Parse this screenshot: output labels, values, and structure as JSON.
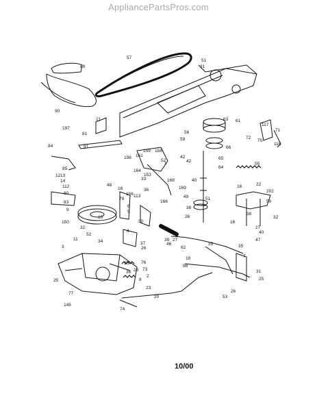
{
  "watermark": "AppliancePartsPros.com",
  "date_code": "10/00",
  "part_labels": [
    "57",
    "89",
    "51",
    "31",
    "90",
    "63",
    "21",
    "61",
    "72",
    "71",
    "197",
    "81",
    "91",
    "198",
    "161",
    "159",
    "158",
    "52",
    "1",
    "42",
    "56",
    "59",
    "117",
    "70",
    "116",
    "66",
    "84",
    "85",
    "12",
    "164",
    "153",
    "33",
    "168",
    "42",
    "65",
    "64",
    "55",
    "13",
    "14",
    "112",
    "80",
    "83",
    "36",
    "169",
    "166",
    "156",
    "18",
    "113",
    "19",
    "22",
    "202",
    "150",
    "16",
    "50",
    "48",
    "10",
    "79",
    "6",
    "5",
    "4",
    "32",
    "30",
    "52",
    "16",
    "49",
    "38",
    "40",
    "38",
    "27",
    "35",
    "26",
    "39",
    "62",
    "35",
    "34",
    "37",
    "95",
    "3",
    "25",
    "77",
    "145",
    "96",
    "26",
    "28",
    "2",
    "23",
    "20",
    "74",
    "76",
    "73",
    "8",
    "7",
    "31",
    "36",
    "25",
    "53",
    "26",
    "27",
    "47",
    "51",
    "40",
    "46",
    "9",
    "11",
    "32",
    "151"
  ],
  "icons": [
    "mower-deck-belt",
    "transaxle",
    "engine-pulley",
    "brake-rod",
    "spring",
    "deck-handle"
  ]
}
